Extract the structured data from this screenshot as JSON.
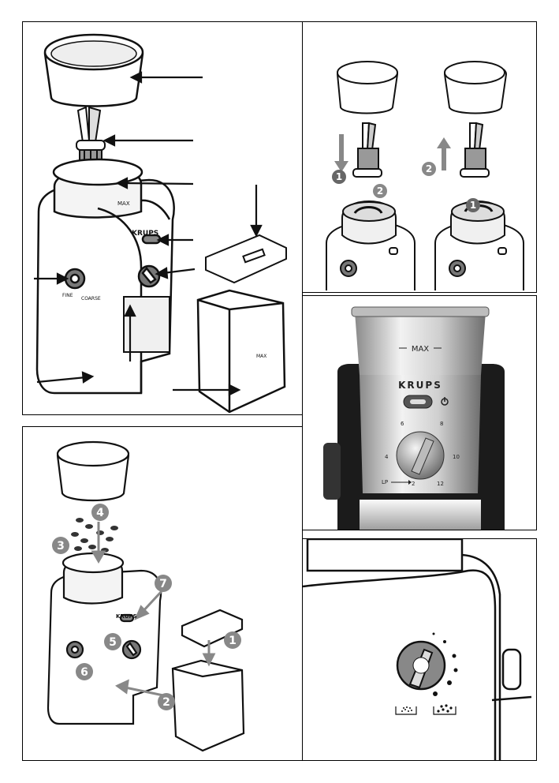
{
  "brand": "KRUPS",
  "max_label": "MAX",
  "panel_exploded": {
    "brand": "KRUPS",
    "max_cup": "MAX",
    "max_jar": "MAX",
    "fine": "FINE",
    "coarse": "COARSE"
  },
  "panel_assembly": {
    "step1": "1",
    "step2": "2",
    "step1b": "1",
    "step2b": "2"
  },
  "panel_control": {
    "max": "MAX",
    "brand": "KRUPS",
    "dial_marks": [
      "2",
      "4",
      "6",
      "8",
      "10",
      "12"
    ],
    "lp_label": "LP"
  },
  "panel_steps": {
    "brand": "KRUPS",
    "steps": [
      "1",
      "2",
      "3",
      "4",
      "5",
      "6",
      "7"
    ]
  }
}
